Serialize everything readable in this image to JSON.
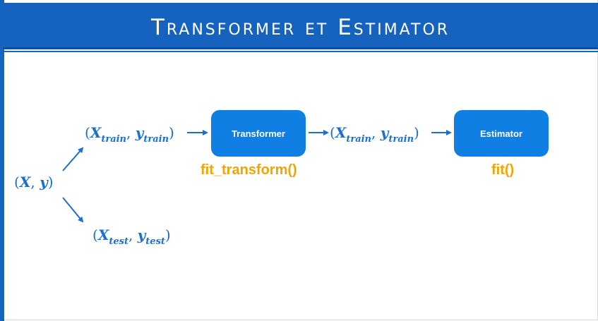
{
  "header": {
    "title": "Transformer et Estimator"
  },
  "diagram": {
    "source": {
      "x": "X",
      "y": "y"
    },
    "train_pair_1": {
      "x": "X",
      "x_sub": "train",
      "y": "y",
      "y_sub": "train"
    },
    "test_pair": {
      "x": "X",
      "x_sub": "test",
      "y": "y",
      "y_sub": "test"
    },
    "train_pair_2": {
      "x": "X",
      "x_sub": "train",
      "y": "y",
      "y_sub": "train"
    },
    "transformer": {
      "label": "Transformer",
      "method": "fit_transform()"
    },
    "estimator": {
      "label": "Estimator",
      "method": "fit()"
    }
  },
  "colors": {
    "header": "#1663bf",
    "box": "#0f7fe3",
    "math": "#1a6fd0",
    "method": "#f4a400"
  }
}
